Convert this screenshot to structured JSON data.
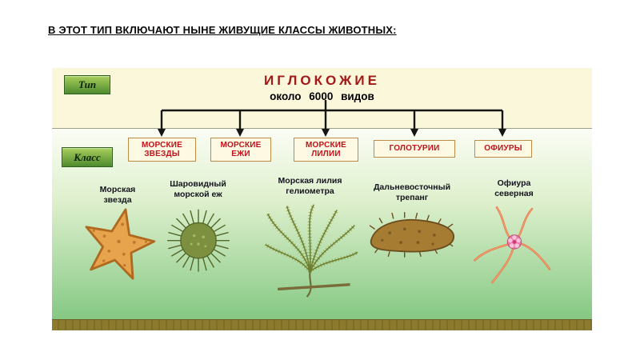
{
  "slide": {
    "title": "В ЭТОТ ТИП ВКЛЮЧАЮТ НЫНЕ ЖИВУЩИЕ КЛАССЫ ЖИВОТНЫХ:"
  },
  "diagram": {
    "type_label": "Тип",
    "class_label": "Класс",
    "phylum_name": "ИГЛОКОЖИЕ",
    "phylum_count": "около 6000 видов",
    "classes": [
      {
        "label": "МОРСКИЕ ЗВЕЗДЫ"
      },
      {
        "label": "МОРСКИЕ ЕЖИ"
      },
      {
        "label": "МОРСКИЕ ЛИЛИИ"
      },
      {
        "label": "ГОЛОТУРИИ"
      },
      {
        "label": "ОФИУРЫ"
      }
    ],
    "species": [
      {
        "label": "Морская звезда",
        "icon": "sea-star"
      },
      {
        "label": "Шаровидный морской еж",
        "icon": "sea-urchin"
      },
      {
        "label": "Морская лилия гелиометра",
        "icon": "sea-lily"
      },
      {
        "label": "Дальневосточный трепанг",
        "icon": "sea-cucumber"
      },
      {
        "label": "Офиура северная",
        "icon": "brittle-star"
      }
    ],
    "colors": {
      "phylum_text": "#A31818",
      "class_text": "#C1121C",
      "badge_green": "#6FB040",
      "panel_cream": "#FBF7DA",
      "gradient_top": "#FBFDF5",
      "gradient_bottom": "#7CC47C",
      "bottom_strip": "#8C7A2E"
    }
  }
}
